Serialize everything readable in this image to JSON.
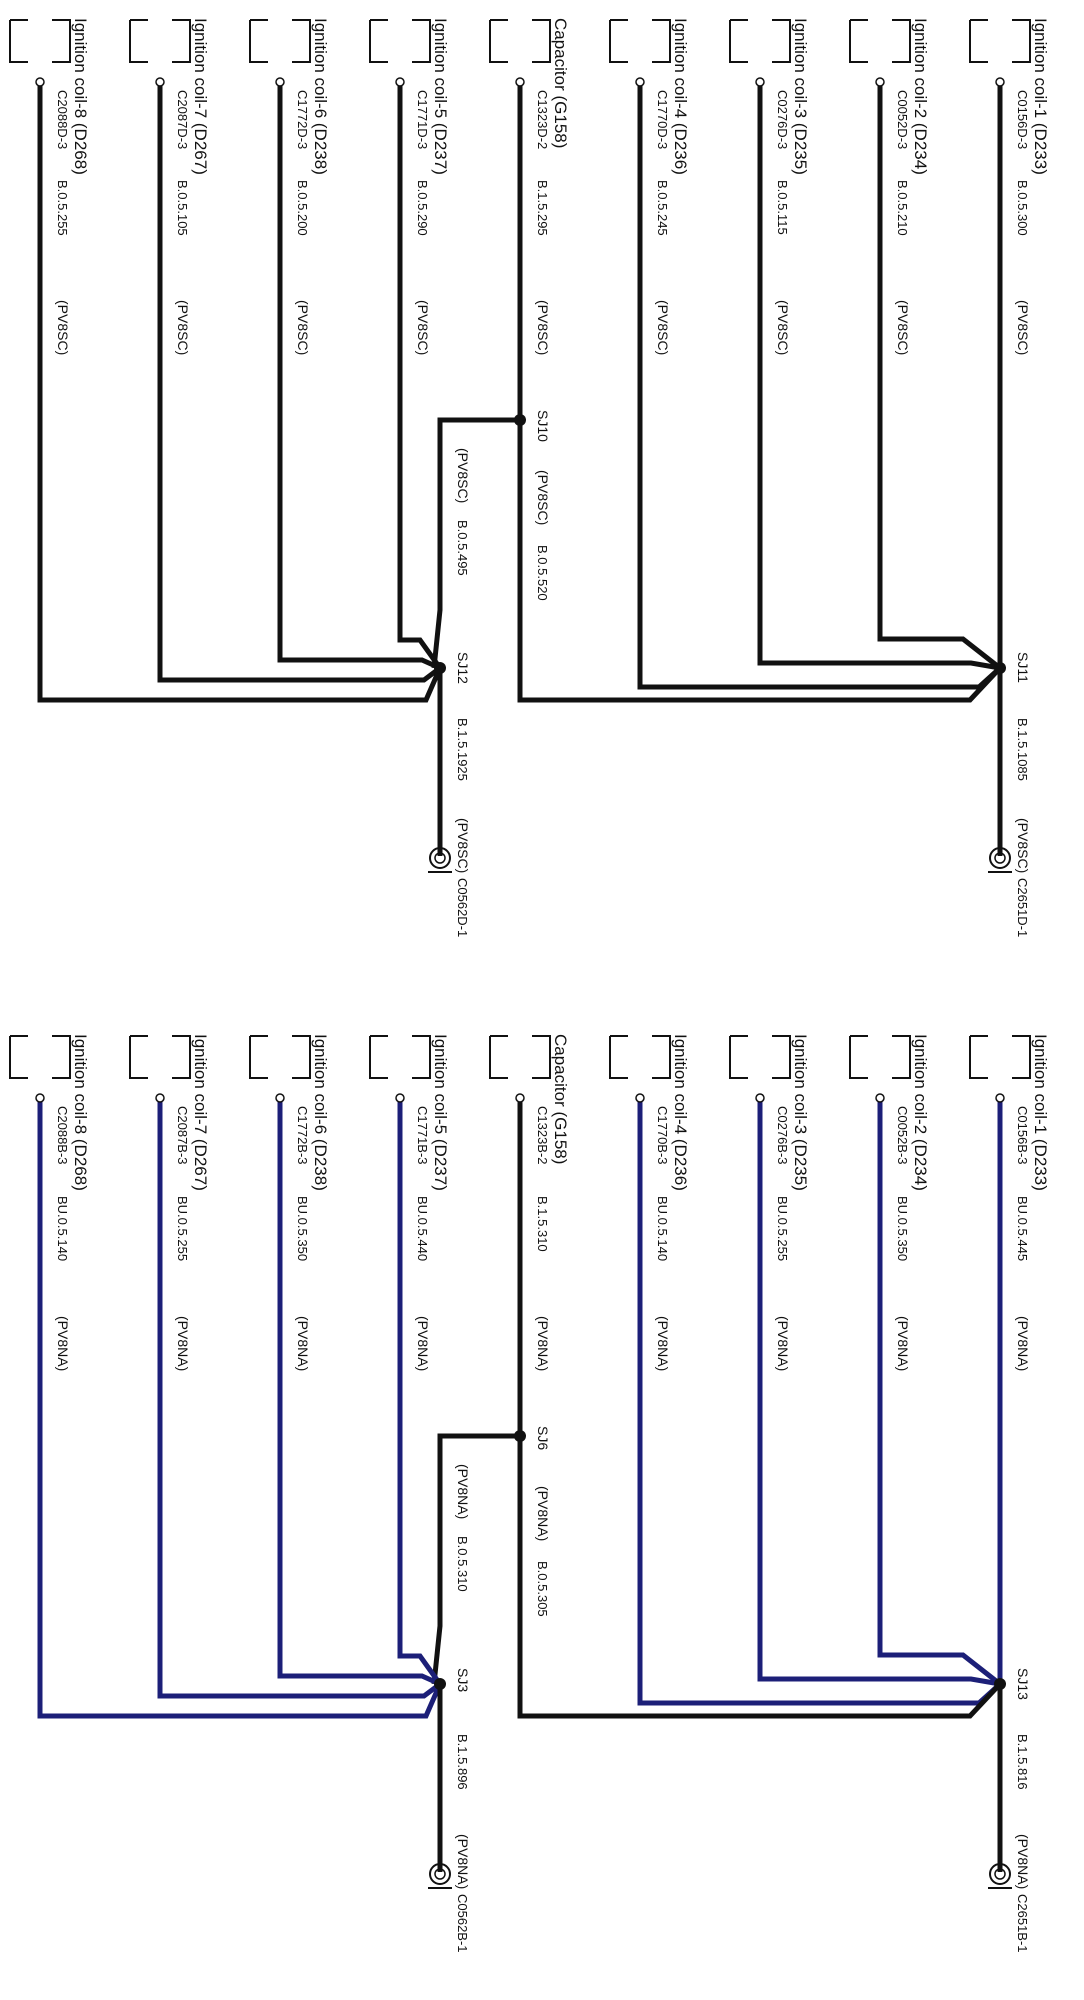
{
  "colors": {
    "black_wire": "#111111",
    "blue_wire": "#1c1f78",
    "symbol": "#111111"
  },
  "panels": [
    {
      "wire_color": "black",
      "coils": [
        {
          "name": "Ignition coil-1 (D233)",
          "pin": "C0156D-3",
          "spec": "B.0.5.300",
          "code": "(PV8SC)"
        },
        {
          "name": "Ignition coil-2 (D234)",
          "pin": "C0052D-3",
          "spec": "B.0.5.210",
          "code": "(PV8SC)"
        },
        {
          "name": "Ignition coil-3 (D235)",
          "pin": "C0276D-3",
          "spec": "B.0.5.115",
          "code": "(PV8SC)"
        },
        {
          "name": "Ignition coil-4 (D236)",
          "pin": "C1770D-3",
          "spec": "B.0.5.245",
          "code": "(PV8SC)"
        },
        {
          "name": "Capacitor (G158)",
          "pin": "C1323D-2",
          "spec": "B.1.5.295",
          "code": "(PV8SC)"
        },
        {
          "name": "Ignition coil-5 (D237)",
          "pin": "C1771D-3",
          "spec": "B.0.5.290",
          "code": "(PV8SC)"
        },
        {
          "name": "Ignition coil-6 (D238)",
          "pin": "C1772D-3",
          "spec": "B.0.5.200",
          "code": "(PV8SC)"
        },
        {
          "name": "Ignition coil-7 (D267)",
          "pin": "C2087D-3",
          "spec": "B.0.5.105",
          "code": "(PV8SC)"
        },
        {
          "name": "Ignition coil-8 (D268)",
          "pin": "C2088D-3",
          "spec": "B.0.5.255",
          "code": "(PV8SC)"
        }
      ],
      "cap_splice": {
        "name": "SJ10",
        "upper_code": "(PV8SC)",
        "upper_spec": "B.0.5.520",
        "lower_code": "(PV8SC)",
        "lower_spec": "B.0.5.495"
      },
      "top_splice": {
        "name": "SJ11",
        "spec": "B.1.5.1085",
        "code": "(PV8SC)",
        "connector": "C2651D-1"
      },
      "bottom_splice": {
        "name": "SJ12",
        "spec": "B.1.5.1925",
        "code": "(PV8SC)",
        "connector": "C0562D-1"
      }
    },
    {
      "wire_color": "blue",
      "coils": [
        {
          "name": "Ignition coil-1 (D233)",
          "pin": "C0156B-3",
          "spec": "BU.0.5.445",
          "code": "(PV8NA)"
        },
        {
          "name": "Ignition coil-2 (D234)",
          "pin": "C0052B-3",
          "spec": "BU.0.5.350",
          "code": "(PV8NA)"
        },
        {
          "name": "Ignition coil-3 (D235)",
          "pin": "C0276B-3",
          "spec": "BU.0.5.255",
          "code": "(PV8NA)"
        },
        {
          "name": "Ignition coil-4 (D236)",
          "pin": "C1770B-3",
          "spec": "BU.0.5.140",
          "code": "(PV8NA)"
        },
        {
          "name": "Capacitor (G158)",
          "pin": "C1323B-2",
          "spec": "B.1.5.310",
          "code": "(PV8NA)"
        },
        {
          "name": "Ignition coil-5 (D237)",
          "pin": "C1771B-3",
          "spec": "BU.0.5.440",
          "code": "(PV8NA)"
        },
        {
          "name": "Ignition coil-6 (D238)",
          "pin": "C1772B-3",
          "spec": "BU.0.5.350",
          "code": "(PV8NA)"
        },
        {
          "name": "Ignition coil-7 (D267)",
          "pin": "C2087B-3",
          "spec": "BU.0.5.255",
          "code": "(PV8NA)"
        },
        {
          "name": "Ignition coil-8 (D268)",
          "pin": "C2088B-3",
          "spec": "BU.0.5.140",
          "code": "(PV8NA)"
        }
      ],
      "cap_splice": {
        "name": "SJ6",
        "upper_code": "(PV8NA)",
        "upper_spec": "B.0.5.305",
        "lower_code": "(PV8NA)",
        "lower_spec": "B.0.5.310"
      },
      "top_splice": {
        "name": "SJ13",
        "spec": "B.1.5.816",
        "code": "(PV8NA)",
        "connector": "C2651B-1"
      },
      "bottom_splice": {
        "name": "SJ3",
        "spec": "B.1.5.896",
        "code": "(PV8NA)",
        "connector": "C0562B-1"
      }
    }
  ]
}
